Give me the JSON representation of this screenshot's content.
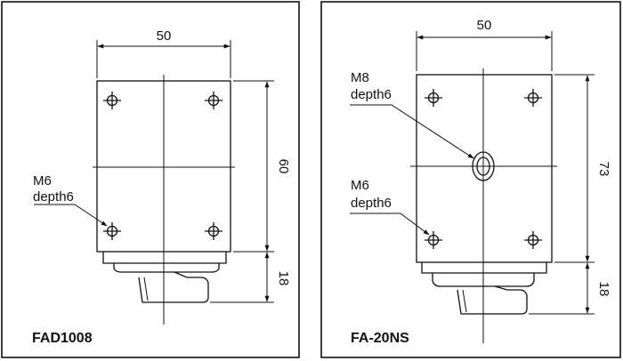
{
  "panels": [
    {
      "model": "FAD1008",
      "width_dim": "50",
      "height_dim": "60",
      "base_dim": "18",
      "note_line1": "M6",
      "note_line2": "depth6"
    },
    {
      "model": "FA-20NS",
      "width_dim": "50",
      "height_dim": "73",
      "base_dim": "18",
      "center_note_line1": "M8",
      "center_note_line2": "depth6",
      "note_line1": "M6",
      "note_line2": "depth6"
    }
  ]
}
